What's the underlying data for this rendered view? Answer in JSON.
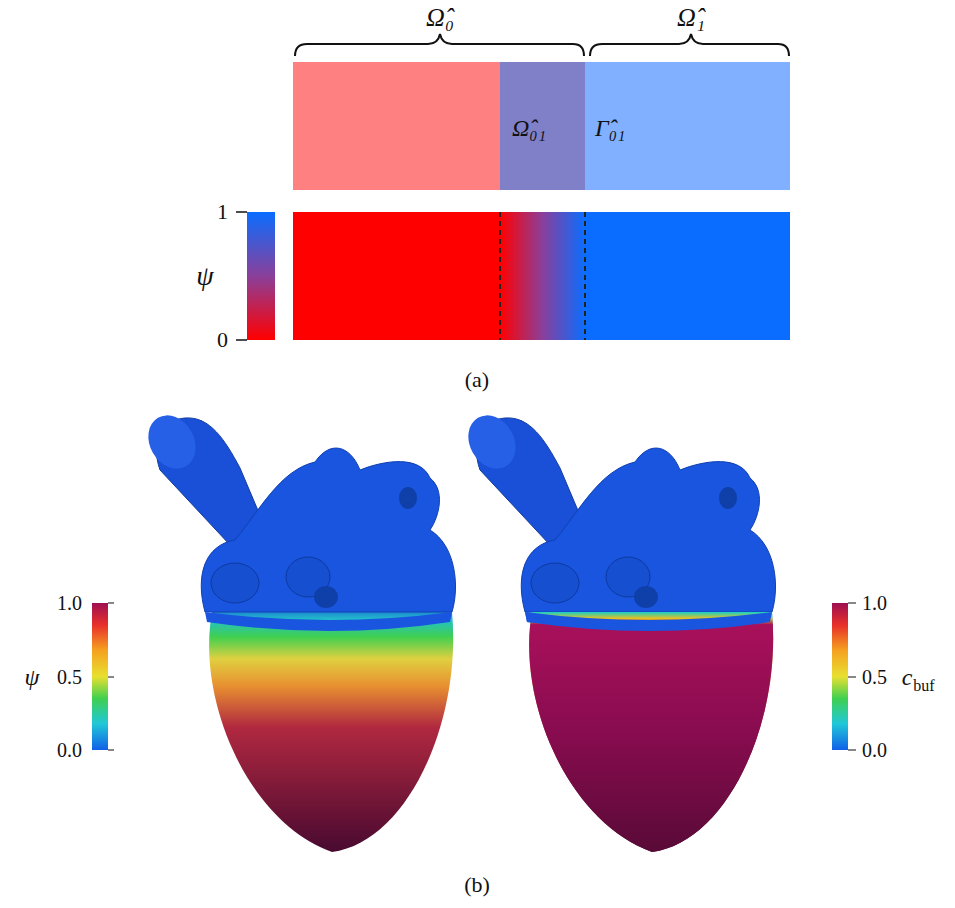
{
  "diagram": {
    "nodes": [
      {
        "text": [
          "Ω̂₀₁"
        ]
      },
      {
        "text": [
          "Γ̂₀₁"
        ]
      }
    ],
    "labels": [
      "Ω̂₀",
      "Ω̂₁",
      "ψ",
      "1",
      "0",
      "(a)",
      "ψ",
      "1.0",
      "0.5",
      "0.0",
      "1.0",
      "0.5",
      "0.0",
      "c",
      "buf",
      "(b)"
    ]
  }
}
